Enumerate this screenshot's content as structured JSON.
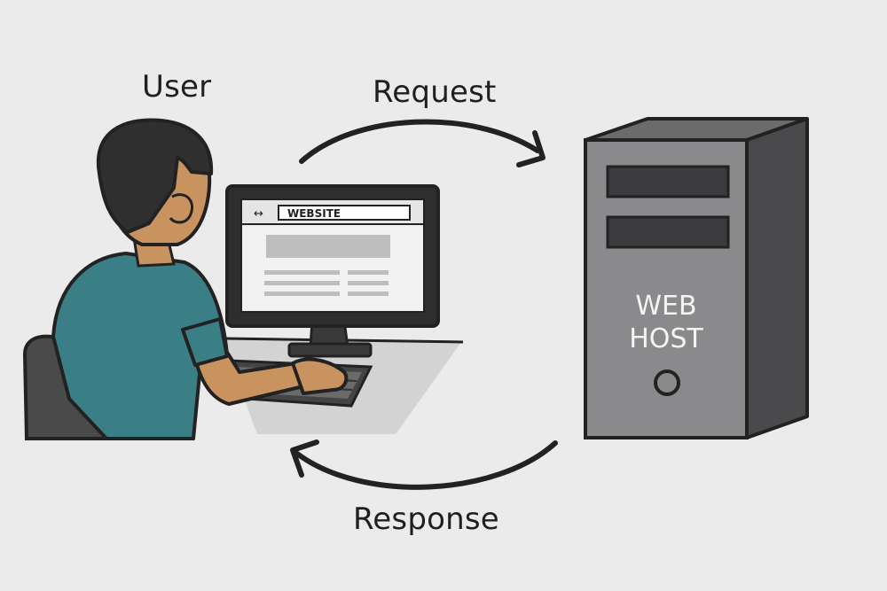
{
  "labels": {
    "user": "User",
    "request": "Request",
    "response": "Response"
  },
  "browser": {
    "address_text": "WEBSITE",
    "nav_glyph": "↔"
  },
  "server": {
    "line1": "WEB",
    "line2": "HOST"
  },
  "colors": {
    "background": "#ebebeb",
    "outline": "#222222",
    "shirt": "#3a7f86",
    "skin": "#c9935f",
    "hair": "#2f2f2f",
    "server_body": "#8a8a8c",
    "server_side": "#4a4a4c",
    "desk": "#d3d3d3",
    "chair": "#4a4a4a"
  },
  "icons": {
    "request_arrow": "arrow-right-curved",
    "response_arrow": "arrow-left-curved"
  }
}
